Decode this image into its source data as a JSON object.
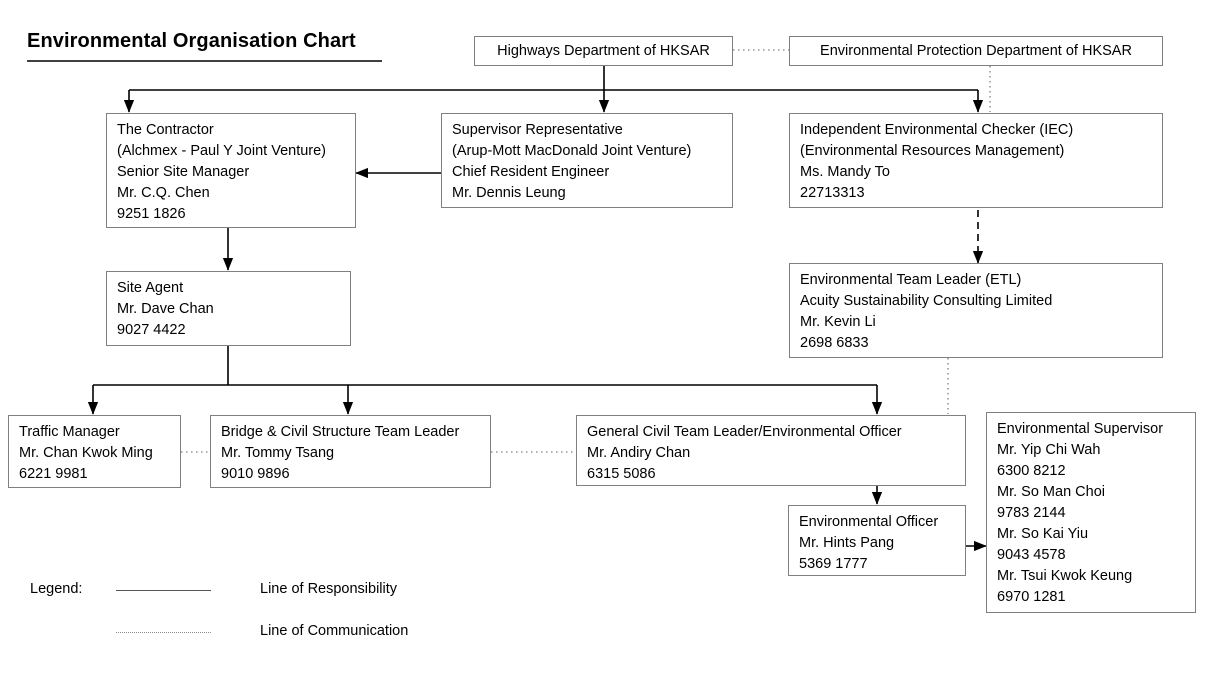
{
  "title": "Environmental Organisation Chart",
  "boxes": {
    "highways": {
      "lines": [
        "Highways Department of HKSAR"
      ]
    },
    "epd": {
      "lines": [
        "Environmental Protection Department of HKSAR"
      ]
    },
    "contractor": {
      "lines": [
        "The Contractor",
        "(Alchmex - Paul Y Joint Venture)",
        "Senior Site Manager",
        "Mr. C.Q. Chen",
        "9251 1826"
      ]
    },
    "supervisor": {
      "lines": [
        "Supervisor Representative",
        "(Arup-Mott MacDonald Joint Venture)",
        "Chief Resident Engineer",
        "Mr. Dennis Leung"
      ]
    },
    "iec": {
      "lines": [
        "Independent Environmental Checker (IEC)",
        "(Environmental Resources Management)",
        "Ms. Mandy To",
        "22713313"
      ]
    },
    "site_agent": {
      "lines": [
        "Site Agent",
        "Mr. Dave Chan",
        "9027 4422"
      ]
    },
    "etl": {
      "lines": [
        "Environmental Team Leader (ETL)",
        "Acuity Sustainability Consulting Limited",
        "Mr. Kevin Li",
        "2698 6833"
      ]
    },
    "traffic_manager": {
      "lines": [
        "Traffic Manager",
        "Mr. Chan Kwok Ming",
        "6221 9981"
      ]
    },
    "bridge_civil": {
      "lines": [
        "Bridge & Civil Structure Team Leader",
        "Mr. Tommy Tsang",
        "9010 9896"
      ]
    },
    "general_civil": {
      "lines": [
        "General Civil Team Leader/Environmental Officer",
        "Mr. Andiry Chan",
        "6315 5086"
      ]
    },
    "env_officer": {
      "lines": [
        "Environmental Officer",
        "Mr. Hints Pang",
        "5369 1777"
      ]
    },
    "env_supervisor": {
      "lines": [
        "Environmental Supervisor",
        "Mr. Yip Chi Wah",
        "6300 8212",
        "Mr. So Man Choi",
        "9783 2144",
        "Mr. So Kai Yiu",
        "9043 4578",
        "Mr. Tsui Kwok Keung",
        "6970 1281"
      ]
    }
  },
  "legend": {
    "label": "Legend:",
    "responsibility": "Line of Responsibility",
    "communication": "Line of Communication"
  },
  "colors": {
    "box_border": "#808080",
    "line": "#000000",
    "dotted_line": "#808080",
    "title_rule": "#404040"
  }
}
